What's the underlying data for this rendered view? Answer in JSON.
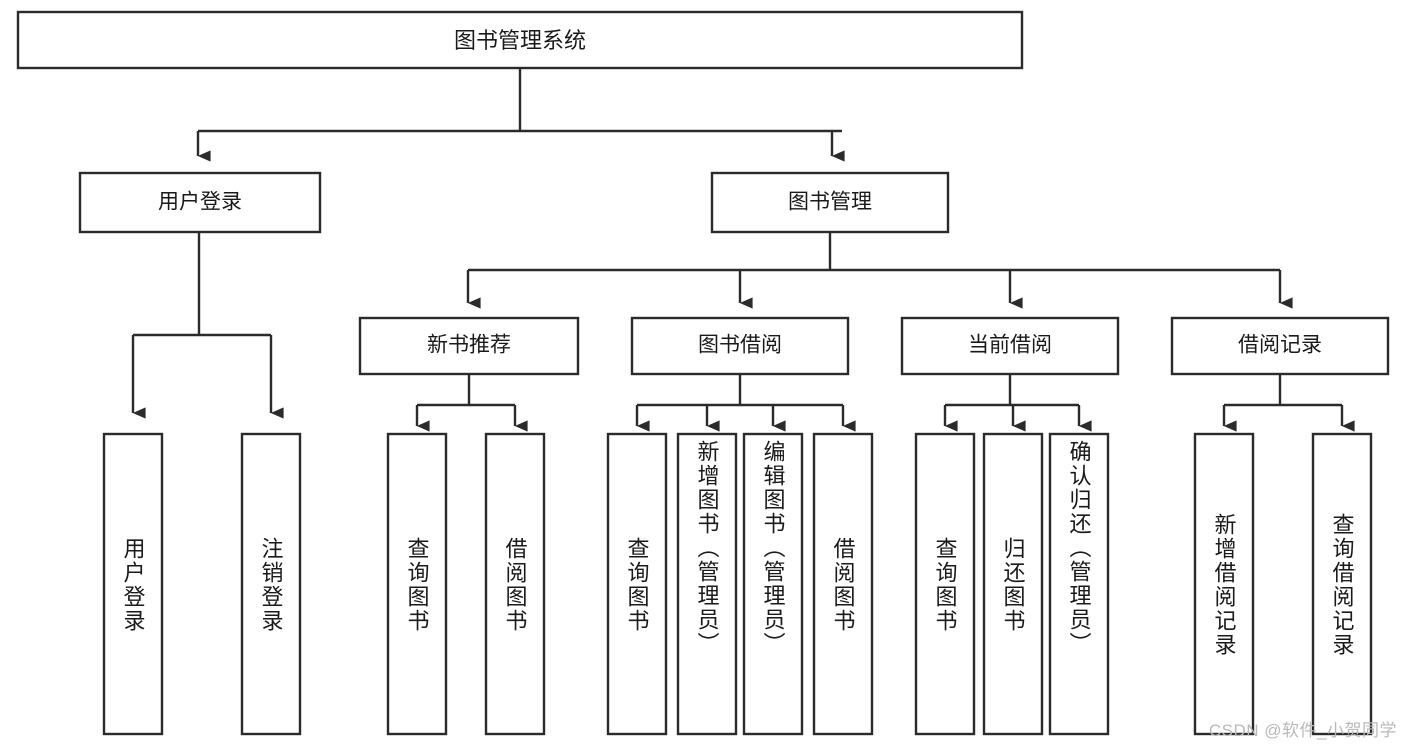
{
  "diagram": {
    "type": "tree-hierarchy",
    "title": "图书管理系统",
    "watermark": "CSDN @软件_小贺同学",
    "colors": {
      "box_fill": "#ffffff",
      "box_stroke": "#2b2b2b",
      "text": "#1a1a1a",
      "watermark": "#b9b9b9",
      "background": "#ffffff"
    },
    "root": {
      "label": "图书管理系统"
    },
    "level2": [
      {
        "label": "用户登录"
      },
      {
        "label": "图书管理"
      }
    ],
    "level3": [
      {
        "label": "新书推荐"
      },
      {
        "label": "图书借阅"
      },
      {
        "label": "当前借阅"
      },
      {
        "label": "借阅记录"
      }
    ],
    "leaves": {
      "user_login": [
        {
          "label": "用户登录"
        },
        {
          "label": "注销登录"
        }
      ],
      "new_book_recommend": [
        {
          "label": "查询图书"
        },
        {
          "label": "借阅图书"
        }
      ],
      "book_borrow": [
        {
          "label": "查询图书"
        },
        {
          "label": "新增图书（管理员）"
        },
        {
          "label": "编辑图书（管理员）"
        },
        {
          "label": "借阅图书"
        }
      ],
      "current_borrow": [
        {
          "label": "查询图书"
        },
        {
          "label": "归还图书"
        },
        {
          "label": "确认归还（管理员）"
        }
      ],
      "borrow_record": [
        {
          "label": "新增借阅记录"
        },
        {
          "label": "查询借阅记录"
        }
      ]
    }
  }
}
